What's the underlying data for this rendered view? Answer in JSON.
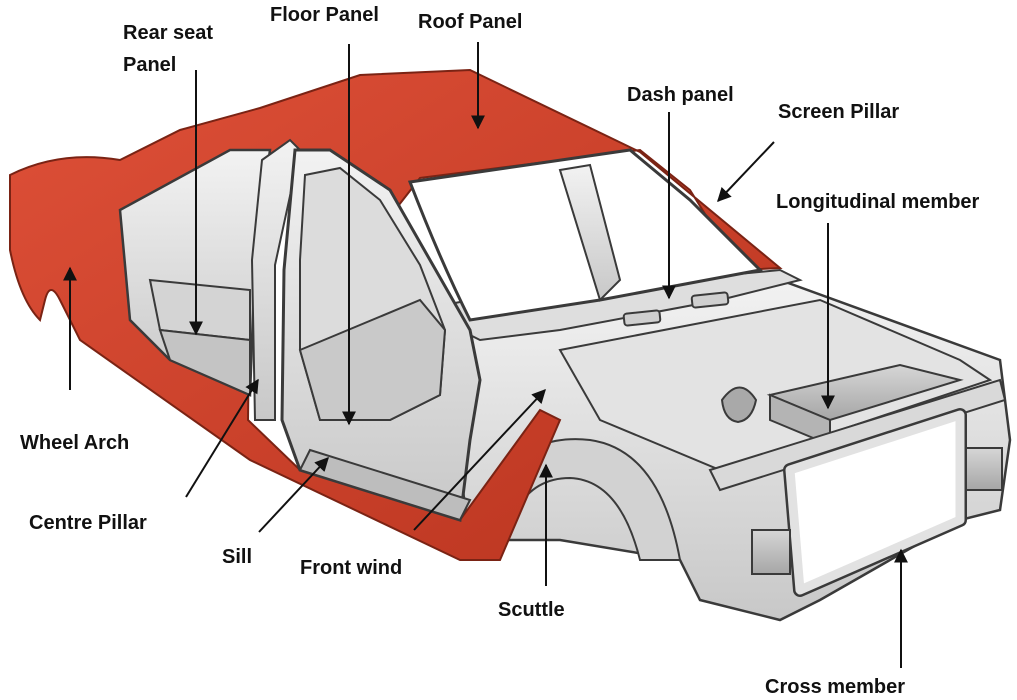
{
  "diagram": {
    "labels": {
      "rear_seat_panel_line1": "Rear seat",
      "rear_seat_panel_line2": "Panel",
      "floor_panel": "Floor Panel",
      "roof_panel": "Roof Panel",
      "dash_panel": "Dash panel",
      "screen_pillar": "Screen Pillar",
      "longitudinal_member": "Longitudinal member",
      "wheel_arch": "Wheel Arch",
      "centre_pillar": "Centre Pillar",
      "sill": "Sill",
      "front_wind": "Front wind",
      "scuttle": "Scuttle",
      "cross_member": "Cross member"
    },
    "colors": {
      "body_red": "#d2422e",
      "body_red_dark": "#a8301f",
      "steel_light": "#e6e6e6",
      "steel_mid": "#c9c9c9",
      "steel_dark": "#9a9a9a",
      "outline": "#3a3a3a",
      "arrow": "#111111"
    }
  }
}
